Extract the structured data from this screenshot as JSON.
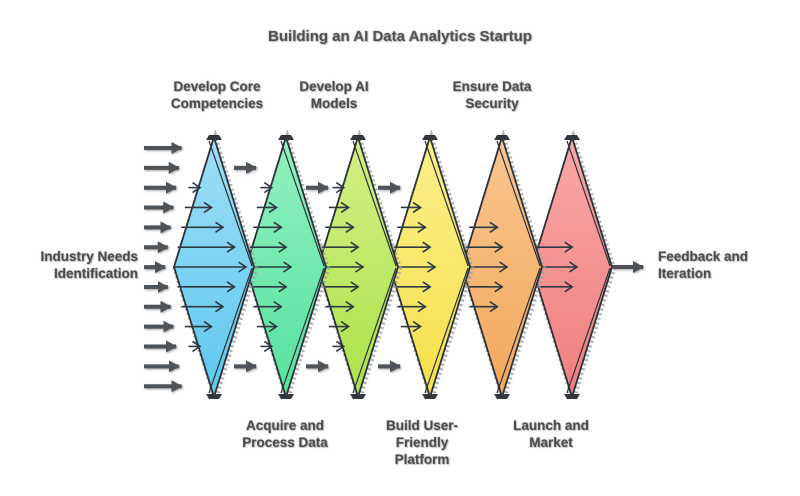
{
  "title": "Building an AI Data Analytics Startup",
  "side_labels": {
    "left": {
      "line1": "Industry Needs",
      "line2": "Identification"
    },
    "right": {
      "line1": "Feedback and",
      "line2": "Iteration"
    }
  },
  "stage_labels": {
    "top": [
      {
        "line1": "Develop Core",
        "line2": "Competencies"
      },
      {
        "line1": "Develop AI",
        "line2": "Models"
      },
      {
        "line1": "Ensure Data",
        "line2": "Security"
      }
    ],
    "bottom": [
      {
        "line1": "Acquire and",
        "line2": "Process Data"
      },
      {
        "line1": "Build User-",
        "line2": "Friendly",
        "line3": "Platform"
      },
      {
        "line1": "Launch and",
        "line2": "Market"
      }
    ]
  },
  "funnel": {
    "stages": [
      {
        "id": "stage-1",
        "color_top": "#a0def7",
        "color_bottom": "#5cc8ee",
        "arrow_count": 9
      },
      {
        "id": "stage-2",
        "color_top": "#93f0c0",
        "color_bottom": "#54e29e",
        "arrow_count": 9
      },
      {
        "id": "stage-3",
        "color_top": "#d3f085",
        "color_bottom": "#abe34a",
        "arrow_count": 9
      },
      {
        "id": "stage-4",
        "color_top": "#faf08b",
        "color_bottom": "#f6e04a",
        "arrow_count": 7
      },
      {
        "id": "stage-5",
        "color_top": "#f9c68f",
        "color_bottom": "#f3a85c",
        "arrow_count": 5
      },
      {
        "id": "stage-6",
        "color_top": "#f9a8a8",
        "color_bottom": "#f17e7e",
        "arrow_count": 3
      }
    ],
    "input_arrow_count": 13,
    "outline_color": "#2b3137",
    "thin_arrow_color": "#2f3943",
    "gray_arrow_color": "#4e5357",
    "cap_color": "#33383e",
    "shadow_color": "#9aa0a4"
  }
}
